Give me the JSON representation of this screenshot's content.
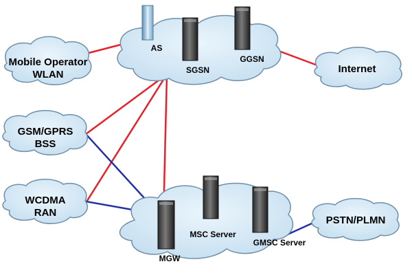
{
  "colors": {
    "cloud_fill": "#cfe6f5",
    "cloud_stroke": "#6f8fa8",
    "red_link": "#e8202a",
    "blue_link": "#2430a8",
    "server_dark": "#3a3a3a",
    "server_light": "#9a9a9a",
    "as_server": "#8fb9d6"
  },
  "nodes": {
    "mobile_operator_wlan": [
      "Mobile Operator",
      "WLAN"
    ],
    "gsm_gprs_bss": [
      "GSM/GPRS",
      "BSS"
    ],
    "wcdma_ran": [
      "WCDMA",
      "RAN"
    ],
    "internet": "Internet",
    "pstn_plmn": "PSTN/PLMN"
  },
  "servers": {
    "as": "AS",
    "sgsn": "SGSN",
    "ggsn": "GGSN",
    "mgw": "MGW",
    "msc_server": "MSC Server",
    "gmsc_server": "GMSC Server"
  },
  "icons": {
    "server": "server-tower-icon",
    "as": "application-server-icon"
  }
}
